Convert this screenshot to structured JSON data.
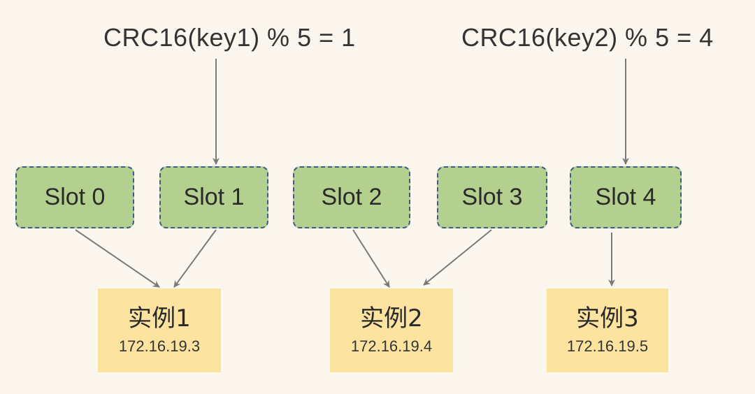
{
  "formulas": [
    {
      "text": "CRC16(key1) %  5 = 1"
    },
    {
      "text": "CRC16(key2) %  5 = 4"
    }
  ],
  "slots": [
    {
      "label": "Slot 0"
    },
    {
      "label": "Slot 1"
    },
    {
      "label": "Slot 2"
    },
    {
      "label": "Slot 3"
    },
    {
      "label": "Slot 4"
    }
  ],
  "instances": [
    {
      "name": "实例1",
      "ip": "172.16.19.3"
    },
    {
      "name": "实例2",
      "ip": "172.16.19.4"
    },
    {
      "name": "实例3",
      "ip": "172.16.19.5"
    }
  ],
  "colors": {
    "background": "#fbf7ee",
    "slot_fill": "#b3d08f",
    "slot_border": "#3e5a86",
    "instance_fill": "#fce3a0",
    "arrow": "#7a7a7a"
  },
  "edges": [
    {
      "from": "formula-1",
      "to": "slot-1"
    },
    {
      "from": "formula-2",
      "to": "slot-4"
    },
    {
      "from": "slot-0",
      "to": "instance-1"
    },
    {
      "from": "slot-1",
      "to": "instance-1"
    },
    {
      "from": "slot-2",
      "to": "instance-2"
    },
    {
      "from": "slot-3",
      "to": "instance-2"
    },
    {
      "from": "slot-4",
      "to": "instance-3"
    }
  ]
}
